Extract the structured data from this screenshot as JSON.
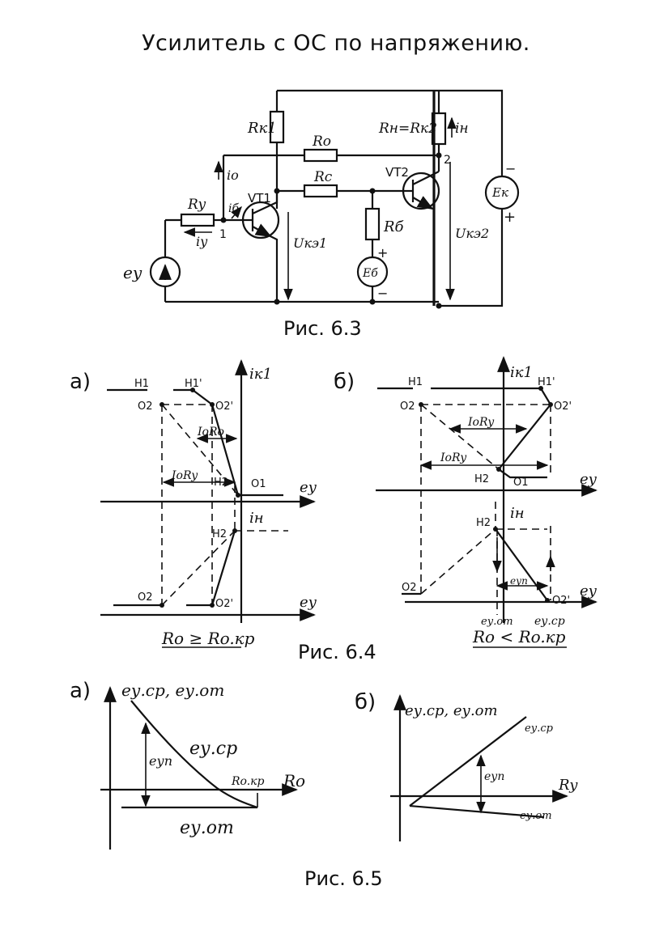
{
  "title": "Усилитель с ОС по напряжению.",
  "captions": {
    "fig63": "Рис. 6.3",
    "fig64": "Рис. 6.4",
    "fig65": "Рис. 6.5"
  },
  "circuit": {
    "r_k1": "Rк1",
    "r_o": "Ro",
    "r_c": "Rc",
    "r_y": "Ry",
    "r_b": "Rб",
    "r_load": "Rн=Rк2",
    "i_load": "iн",
    "node2": "2",
    "node1": "1",
    "vt1": "VT1",
    "vt2": "VT2",
    "i_o": "io",
    "i_b": "iб",
    "i_y": "iy",
    "e_y": "ey",
    "e_b": "Eб",
    "e_k": "Eк",
    "u_k1": "Uкэ1",
    "u_k2": "Uкэ2",
    "plus": "+",
    "minus": "−"
  },
  "fig64": {
    "a": {
      "label": "а)",
      "i_k1": "iк1",
      "i_n": "iн",
      "e_y": "ey",
      "e_y2": "ey",
      "h1": "H1",
      "h1p": "H1'",
      "o2": "O2",
      "o2p": "O2'",
      "h2": "H2",
      "o1": "O1",
      "h2b": "H2",
      "o2b": "O2",
      "o2bp": "O2'",
      "ioro": "IoRo",
      "iory": "IoRy",
      "cond": "Ro ≥ Ro.кр"
    },
    "b": {
      "label": "б)",
      "i_k1": "iк1",
      "i_n": "iн",
      "e_y": "ey",
      "e_y2": "ey",
      "h1": "H1",
      "h1p": "H1'",
      "o2": "O2",
      "o2p": "O2'",
      "h2": "H2",
      "o1": "O1",
      "h2b": "H2",
      "o2b": "O2",
      "o2bp": "O2'",
      "iory": "IoRy",
      "iory2": "IoRy",
      "eyp": "eуп",
      "eyot": "eу.от",
      "eysr": "eу.ср",
      "cond": "Ro < Ro.кр"
    }
  },
  "fig65": {
    "a": {
      "label": "а)",
      "yaxis": "eу.ср, eу.от",
      "xaxis": "Ro",
      "ro_kr": "Ro.кр",
      "eyp": "eуп",
      "eysr": "eу.ср",
      "eyot": "eу.от"
    },
    "b": {
      "label": "б)",
      "yaxis": "eу.ср, eу.от",
      "xaxis": "Ry",
      "eysr": "eу.ср",
      "eyp": "eуп",
      "eyot": "eу.от"
    }
  }
}
